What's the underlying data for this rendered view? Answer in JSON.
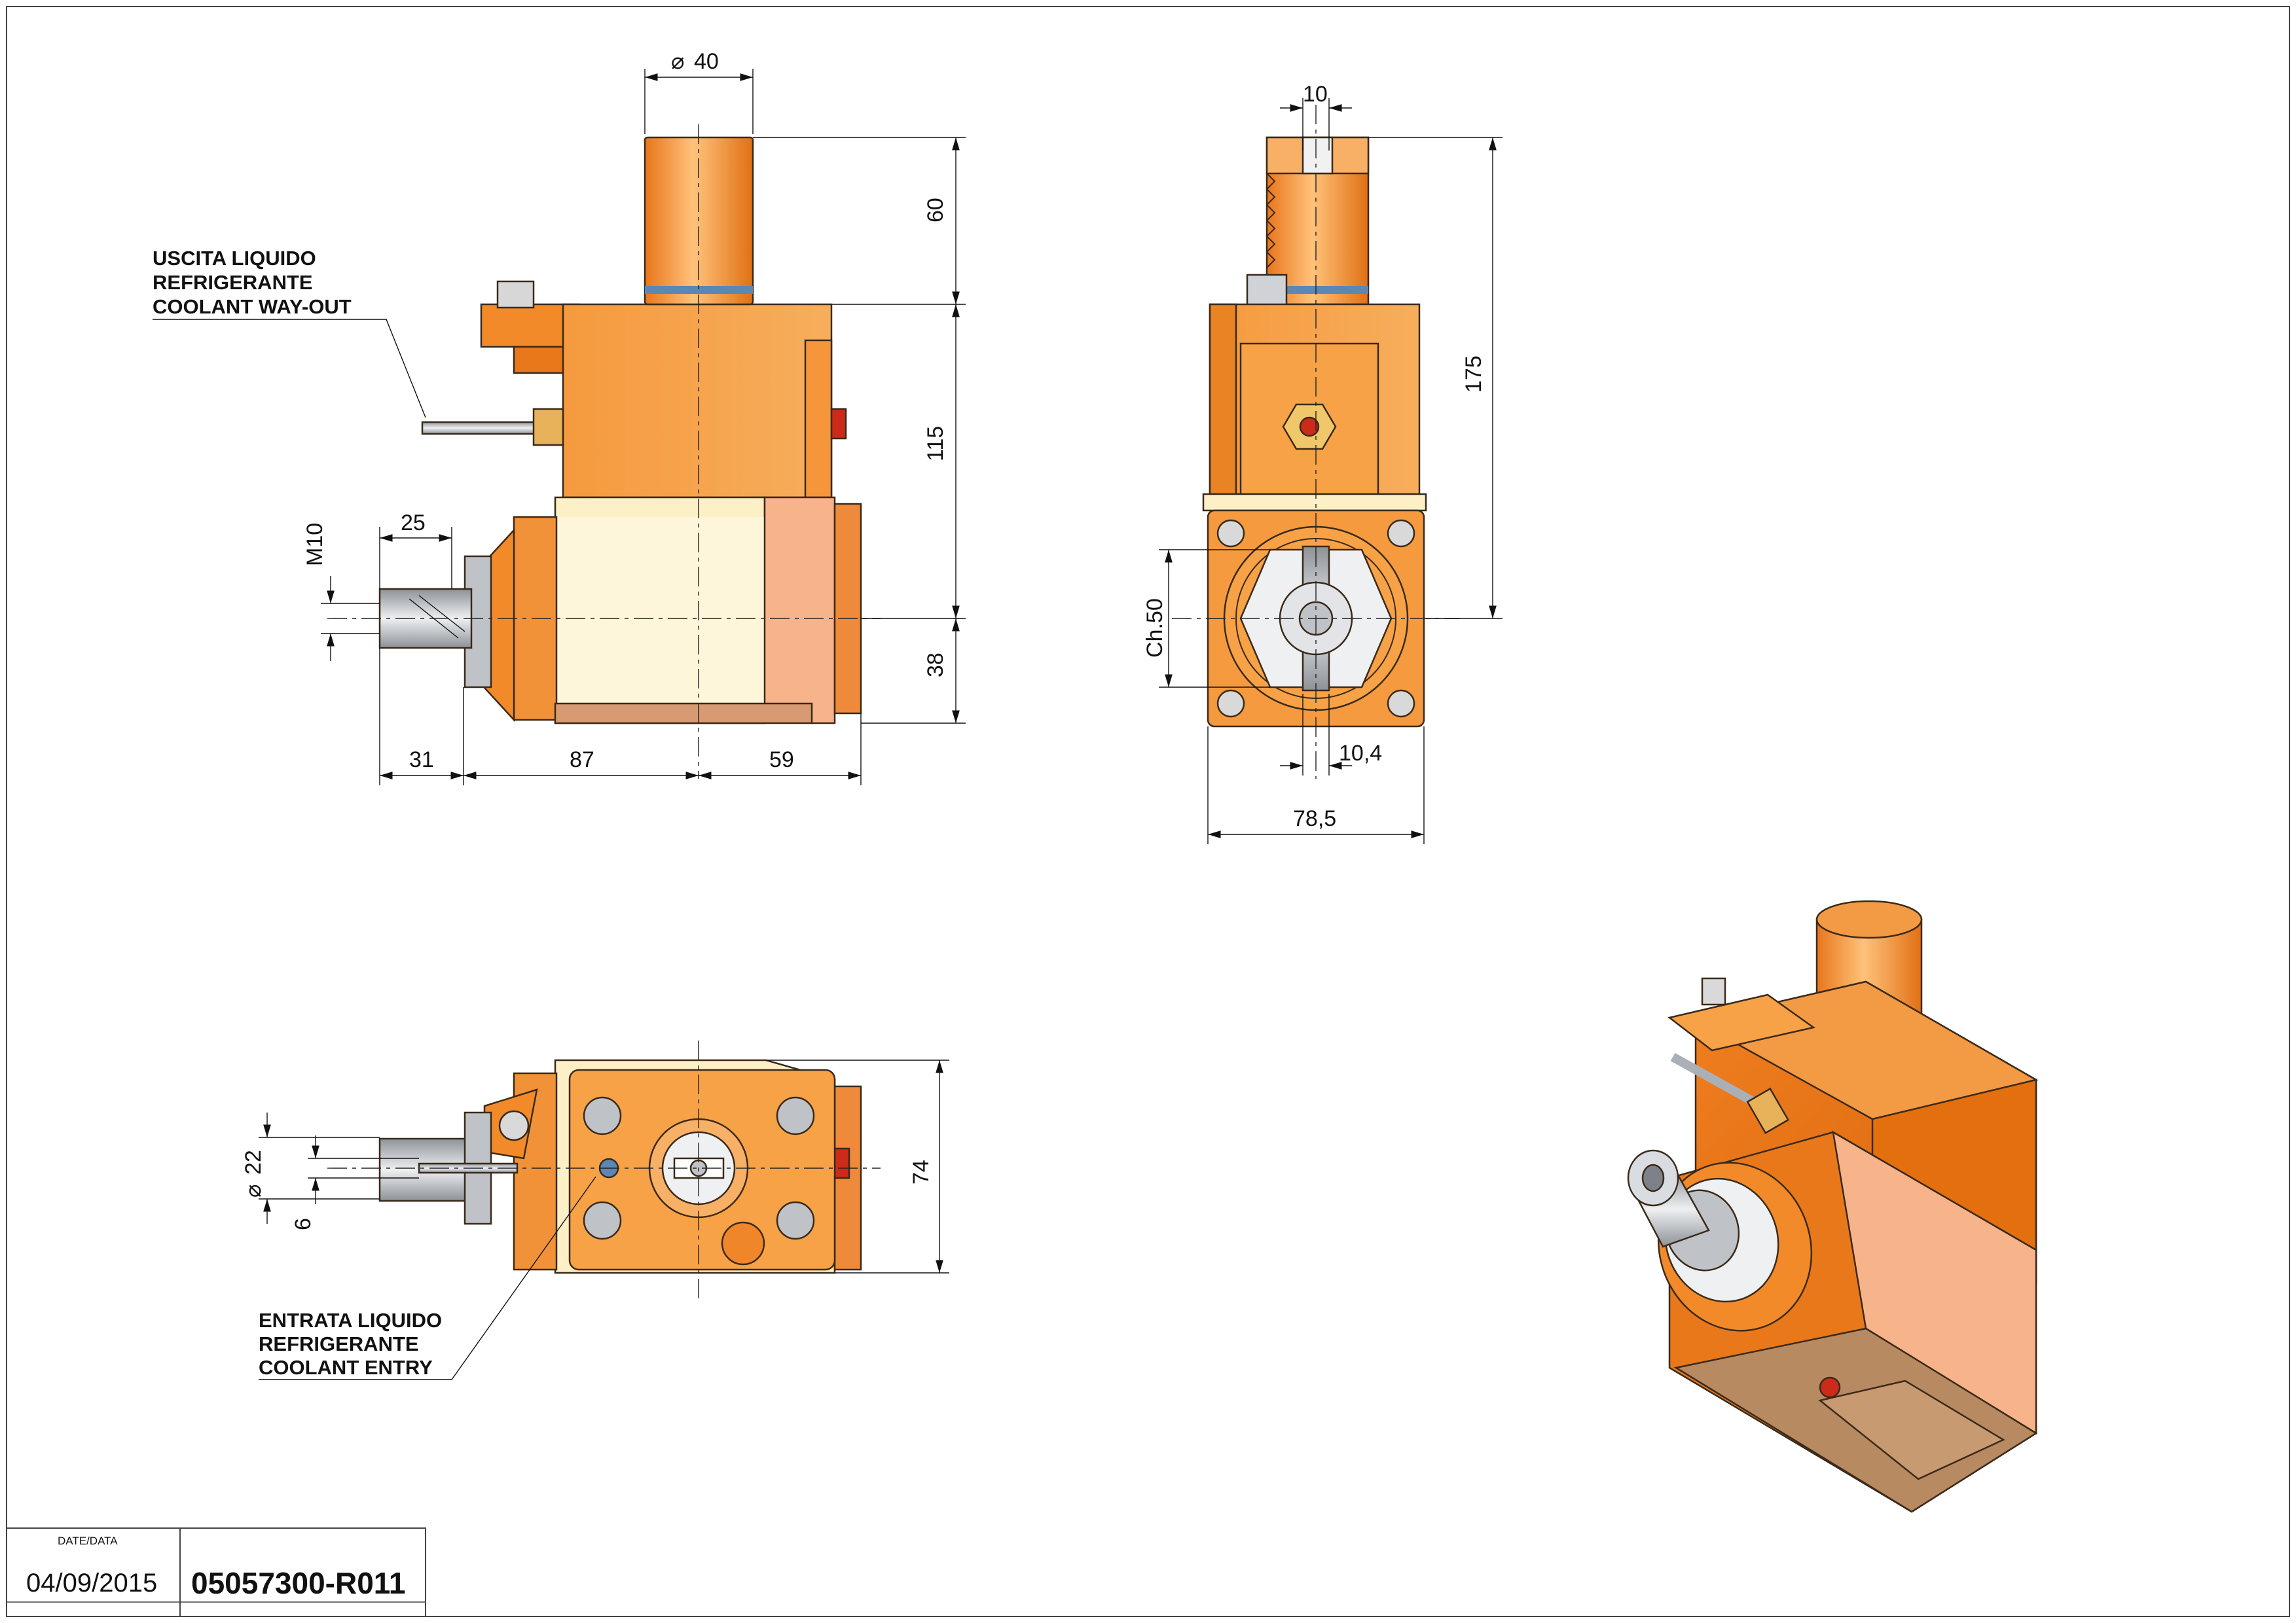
{
  "dimensions": {
    "dia_40": "40",
    "dim_60": "60",
    "dim_115": "115",
    "dim_38": "38",
    "dim_31": "31",
    "dim_87": "87",
    "dim_59": "59",
    "dim_25": "25",
    "thread_m10": "M10",
    "dim_10": "10",
    "dim_175": "175",
    "ch_50": "Ch.50",
    "dim_10_4": "10,4",
    "dim_78_5": "78,5",
    "dia_22": "22",
    "dim_6": "6",
    "dim_74": "74"
  },
  "notes": {
    "coolant_out_it_1": "USCITA LIQUIDO",
    "coolant_out_it_2": "REFRIGERANTE",
    "coolant_out_en": "COOLANT WAY-OUT",
    "coolant_in_it_1": "ENTRATA LIQUIDO",
    "coolant_in_it_2": "REFRIGERANTE",
    "coolant_in_en": "COOLANT ENTRY"
  },
  "title_block": {
    "date_label": "DATE/DATA",
    "date_value": "04/09/2015",
    "drawing_code": "05057300-R011"
  },
  "colors": {
    "body_orange": "#f7a34a",
    "dark_orange": "#e46f0f",
    "cream": "#fdf0c6",
    "salmon": "#f7b48a",
    "steel": "#b8bcc2",
    "oring_blue": "#5c86b4"
  }
}
